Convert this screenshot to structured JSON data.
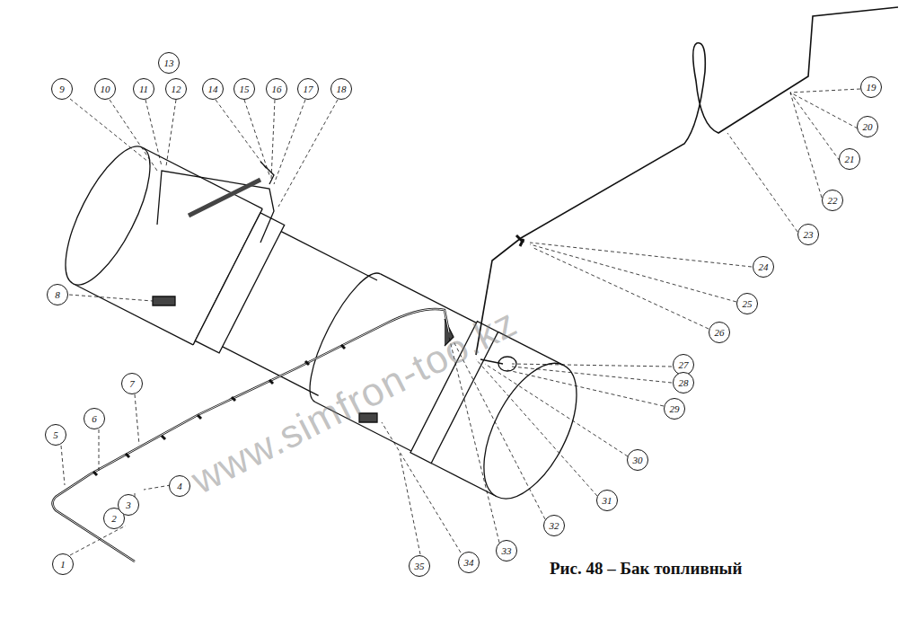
{
  "diagram": {
    "caption": "Рис. 48 – Бак топливный",
    "labels": [
      "1",
      "2",
      "3",
      "4",
      "5",
      "6",
      "7",
      "8",
      "9",
      "10",
      "11",
      "12",
      "13",
      "14",
      "15",
      "16",
      "17",
      "18",
      "19",
      "20",
      "21",
      "22",
      "23",
      "24",
      "25",
      "26",
      "27",
      "28",
      "29",
      "30",
      "31",
      "32",
      "33",
      "34",
      "35",
      "www.simfron-too.kz"
    ]
  }
}
